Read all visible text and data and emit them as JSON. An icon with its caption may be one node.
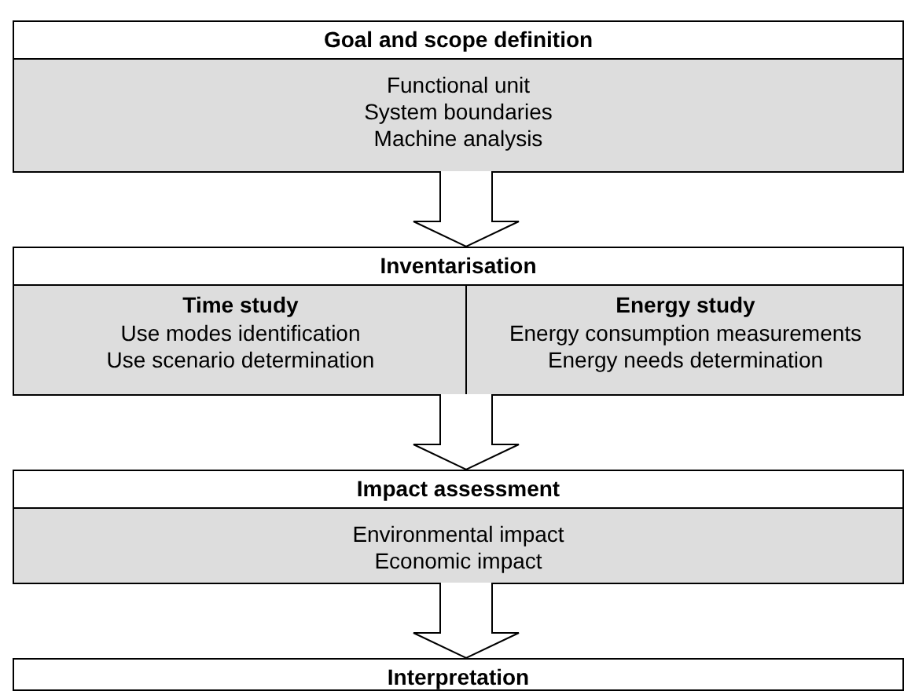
{
  "diagram": {
    "nodes": [
      {
        "text": [
          "Goal and scope definition",
          "Functional unit",
          "System boundaries",
          "Machine analysis"
        ]
      },
      {
        "text": [
          "Inventarisation"
        ]
      },
      {
        "text": [
          "Time study",
          "Use modes identification",
          "Use scenario determination"
        ],
        "in": 1
      },
      {
        "text": [
          "Energy study",
          "Energy consumption measurements",
          "Energy needs determination"
        ],
        "in": 1
      },
      {
        "text": [
          "Impact assessment",
          "Environmental impact",
          "Economic impact"
        ]
      },
      {
        "text": [
          "Interpretation"
        ]
      }
    ],
    "edges": [
      {
        "from": 0,
        "to": 1,
        "arrow": "to"
      },
      {
        "from": 1,
        "to": 4,
        "arrow": "to"
      },
      {
        "from": 4,
        "to": 5,
        "arrow": "to"
      }
    ]
  }
}
